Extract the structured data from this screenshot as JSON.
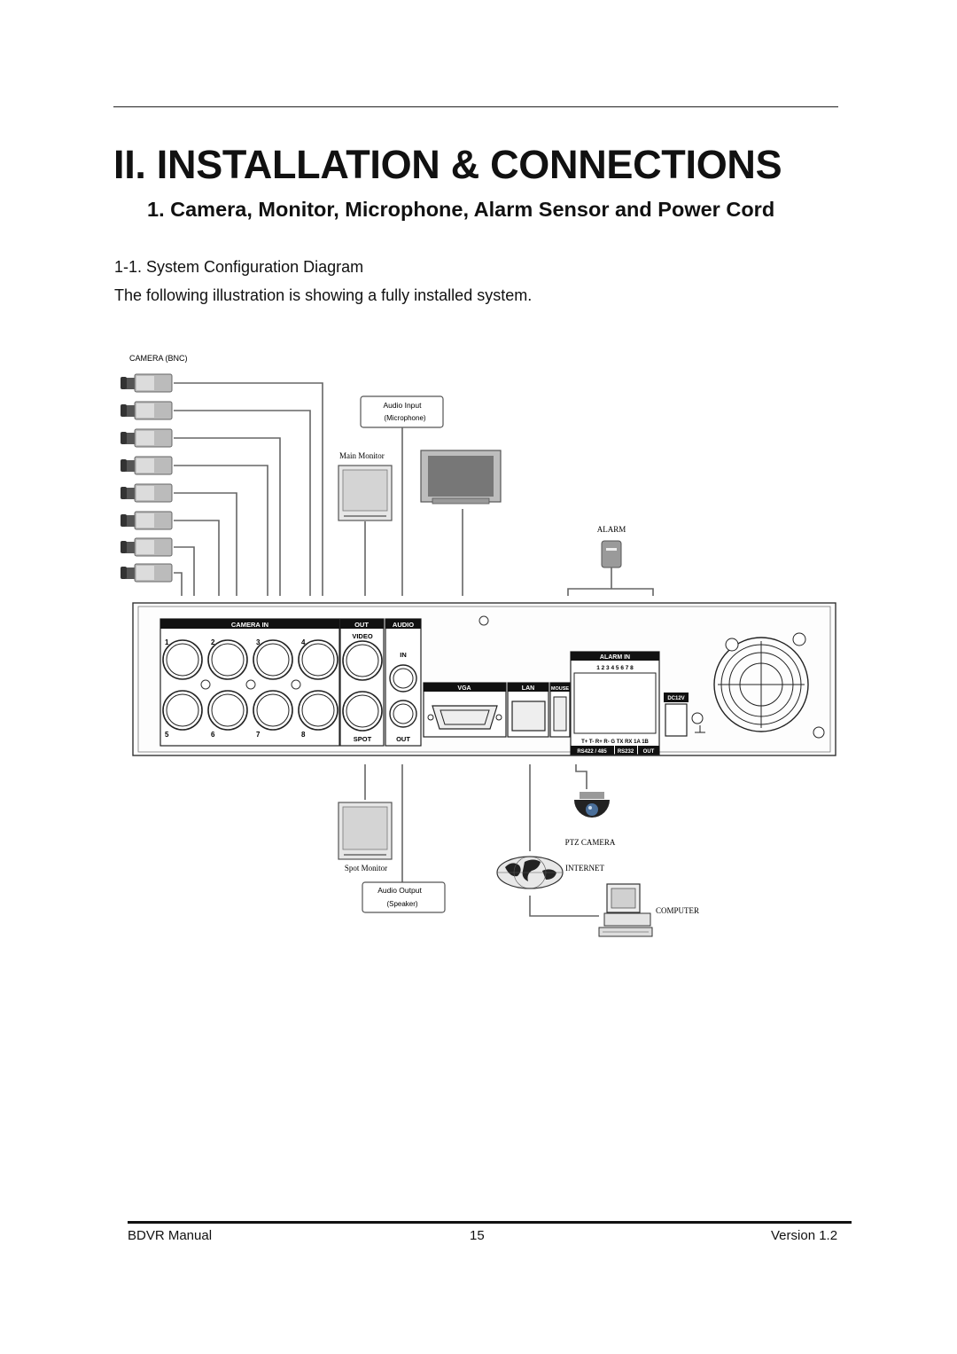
{
  "header": {
    "chapter_title": "II. INSTALLATION & CONNECTIONS",
    "section_title": "1.  Camera, Monitor, Microphone, Alarm Sensor and Power Cord"
  },
  "body": {
    "subsection": "1-1. System Configuration Diagram",
    "intro": "The following illustration is showing a fully installed system."
  },
  "diagram": {
    "camera_label": "CAMERA (BNC)",
    "audio_input_label": "Audio Input",
    "audio_input_sub": "(Microphone)",
    "main_monitor_label": "Main Monitor",
    "alarm_label": "ALARM",
    "spot_monitor_label": "Spot Monitor",
    "audio_output_label": "Audio Output",
    "audio_output_sub": "(Speaker)",
    "ptz_label": "PTZ CAMERA",
    "internet_label": "INTERNET",
    "computer_label": "COMPUTER",
    "panel": {
      "camera_in": "CAMERA IN",
      "out": "OUT",
      "audio": "AUDIO",
      "video": "VIDEO",
      "in": "IN",
      "spot": "SPOT",
      "audio_out": "OUT",
      "vga": "VGA",
      "lan": "LAN",
      "mouse": "MOUSE",
      "alarm_in": "ALARM IN",
      "alarm_numbers": "1  2  3  4  5  6  7  8",
      "rs_pins": "T+  T-  R+  R-  G  TX  RX  1A  1B",
      "rs422": "RS422 / 485",
      "rs232": "RS232",
      "relay_out": "OUT",
      "dc": "DC12V",
      "bnc_top": [
        "1",
        "2",
        "3",
        "4"
      ],
      "bnc_bottom": [
        "5",
        "6",
        "7",
        "8"
      ]
    }
  },
  "footer": {
    "left": "BDVR Manual",
    "center": "15",
    "right": "Version 1.2"
  }
}
